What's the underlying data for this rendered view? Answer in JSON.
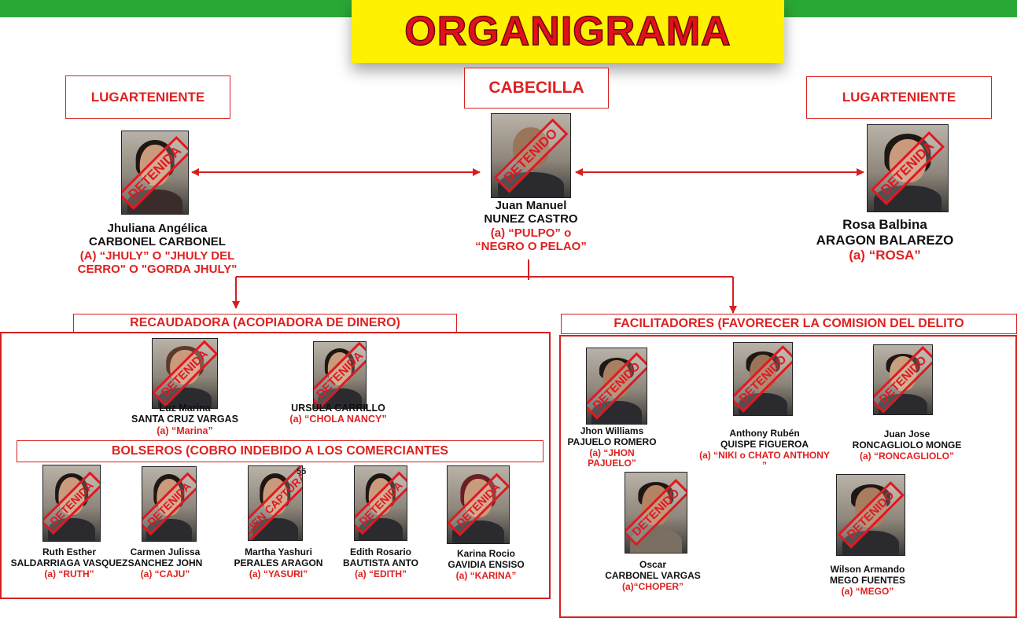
{
  "title": "ORGANIGRAMA",
  "colors": {
    "accent_red": "#e02020",
    "header_green": "#2aa836",
    "title_yellow": "#fff200"
  },
  "roles": {
    "leader": "CABECILLA",
    "lieutenant_left": "LUGARTENIENTE",
    "lieutenant_right": "LUGARTENIENTE"
  },
  "stamps": {
    "detenida": "DETENIDA",
    "detenido": "DETENIDO",
    "recien_capturado": "RECIEN CAPTURADA"
  },
  "leader": {
    "line1": "Juan Manuel",
    "line2": "NUNEZ CASTRO",
    "alias1": "(a) “PULPO” o",
    "alias2": "“NEGRO O PELAO”"
  },
  "lieutenant_left": {
    "line1": "Jhuliana Angélica",
    "line2": "CARBONEL CARBONEL",
    "alias1": "(A) “JHULY” O \"JHULY DEL",
    "alias2": "CERRO\" O \"GORDA JHULY\""
  },
  "lieutenant_right": {
    "line1": "Rosa Balbina",
    "line2": "ARAGON BALAREZO",
    "alias1": "(a) “ROSA”"
  },
  "sections": {
    "recaudadora": "RECAUDADORA (ACOPIADORA DE DINERO)",
    "facilitadores": "FACILITADORES (FAVORECER LA COMISION DEL DELITO",
    "bolseros": "BOLSEROS (COBRO INDEBIDO A LOS COMERCIANTES"
  },
  "recaudadora_members": [
    {
      "line1": "Luz Marina",
      "line2": "SANTA CRUZ VARGAS",
      "alias": "(a) “Marina”"
    },
    {
      "line1": "",
      "line2": "URSULA CARRILLO",
      "alias": "(a) “CHOLA NANCY”"
    }
  ],
  "bolseros_members": [
    {
      "line1": "Ruth Esther",
      "line2": "SALDARRIAGA VASQUEZ",
      "alias": "(a) “RUTH”"
    },
    {
      "line1": "Carmen Julissa",
      "line2": "SANCHEZ JOHN",
      "alias": "(a) “CAJU”"
    },
    {
      "line1": "Martha Yashuri",
      "line2": "PERALES ARAGON",
      "alias": "(a) “YASURI”",
      "badge": "55"
    },
    {
      "line1": "Edith Rosario",
      "line2": "BAUTISTA ANTO",
      "alias": "(a) “EDITH”"
    },
    {
      "line1": "Karina Rocio",
      "line2": "GAVIDIA ENSISO",
      "alias": "(a) “KARINA”"
    }
  ],
  "facilitadores_members": [
    {
      "line1": "Jhon Williams",
      "line2": "PAJUELO ROMERO",
      "alias1": "(a) “JHON",
      "alias2": "PAJUELO”"
    },
    {
      "line1": "Anthony Rubén",
      "line2": "QUISPE FIGUEROA",
      "alias1": "(a) “NIKI o CHATO ANTHONY",
      "alias2": "”"
    },
    {
      "line1": "Juan Jose",
      "line2": "RONCAGLIOLO MONGE",
      "alias1": "(a) “RONCAGLIOLO”"
    },
    {
      "line1": "Oscar",
      "line2": "CARBONEL VARGAS",
      "alias1": "(a)“CHOPER”"
    },
    {
      "line1": "Wilson Armando",
      "line2": "MEGO FUENTES",
      "alias1": "(a) “MEGO”"
    }
  ]
}
